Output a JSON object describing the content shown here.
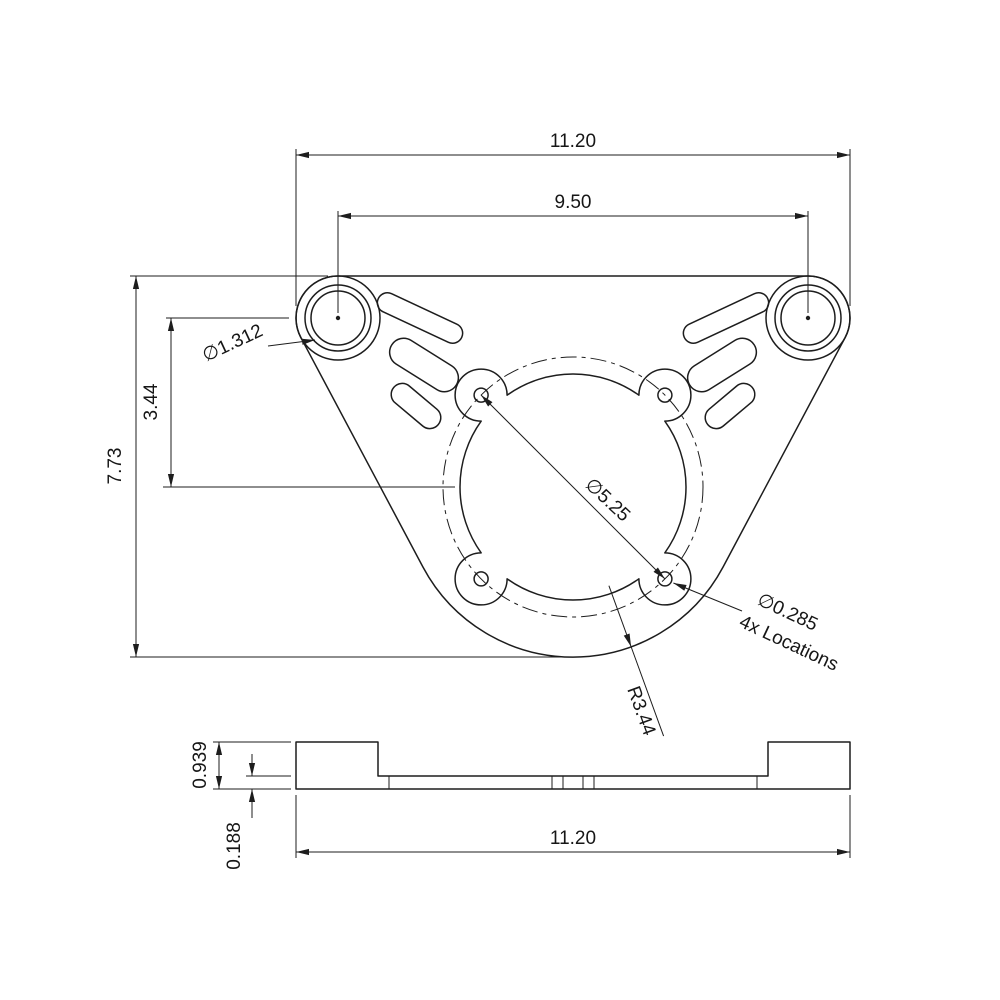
{
  "drawing": {
    "ink_color": "#1d1d1d",
    "labels": {
      "dim_overall_width": "11.20",
      "dim_boss_spacing": "9.50",
      "dim_bore": "∅1.312",
      "dim_center_drop": "3.44",
      "dim_overall_height": "7.73",
      "dim_bolt_circle": "∅5.25",
      "dim_hole_dia": "∅0.285",
      "dim_hole_count": "4x Locations",
      "dim_radius": "R3.44",
      "dim_boss_height": "0.939",
      "dim_plate_thickness": "0.188",
      "dim_overall_width_side": "11.20"
    }
  }
}
